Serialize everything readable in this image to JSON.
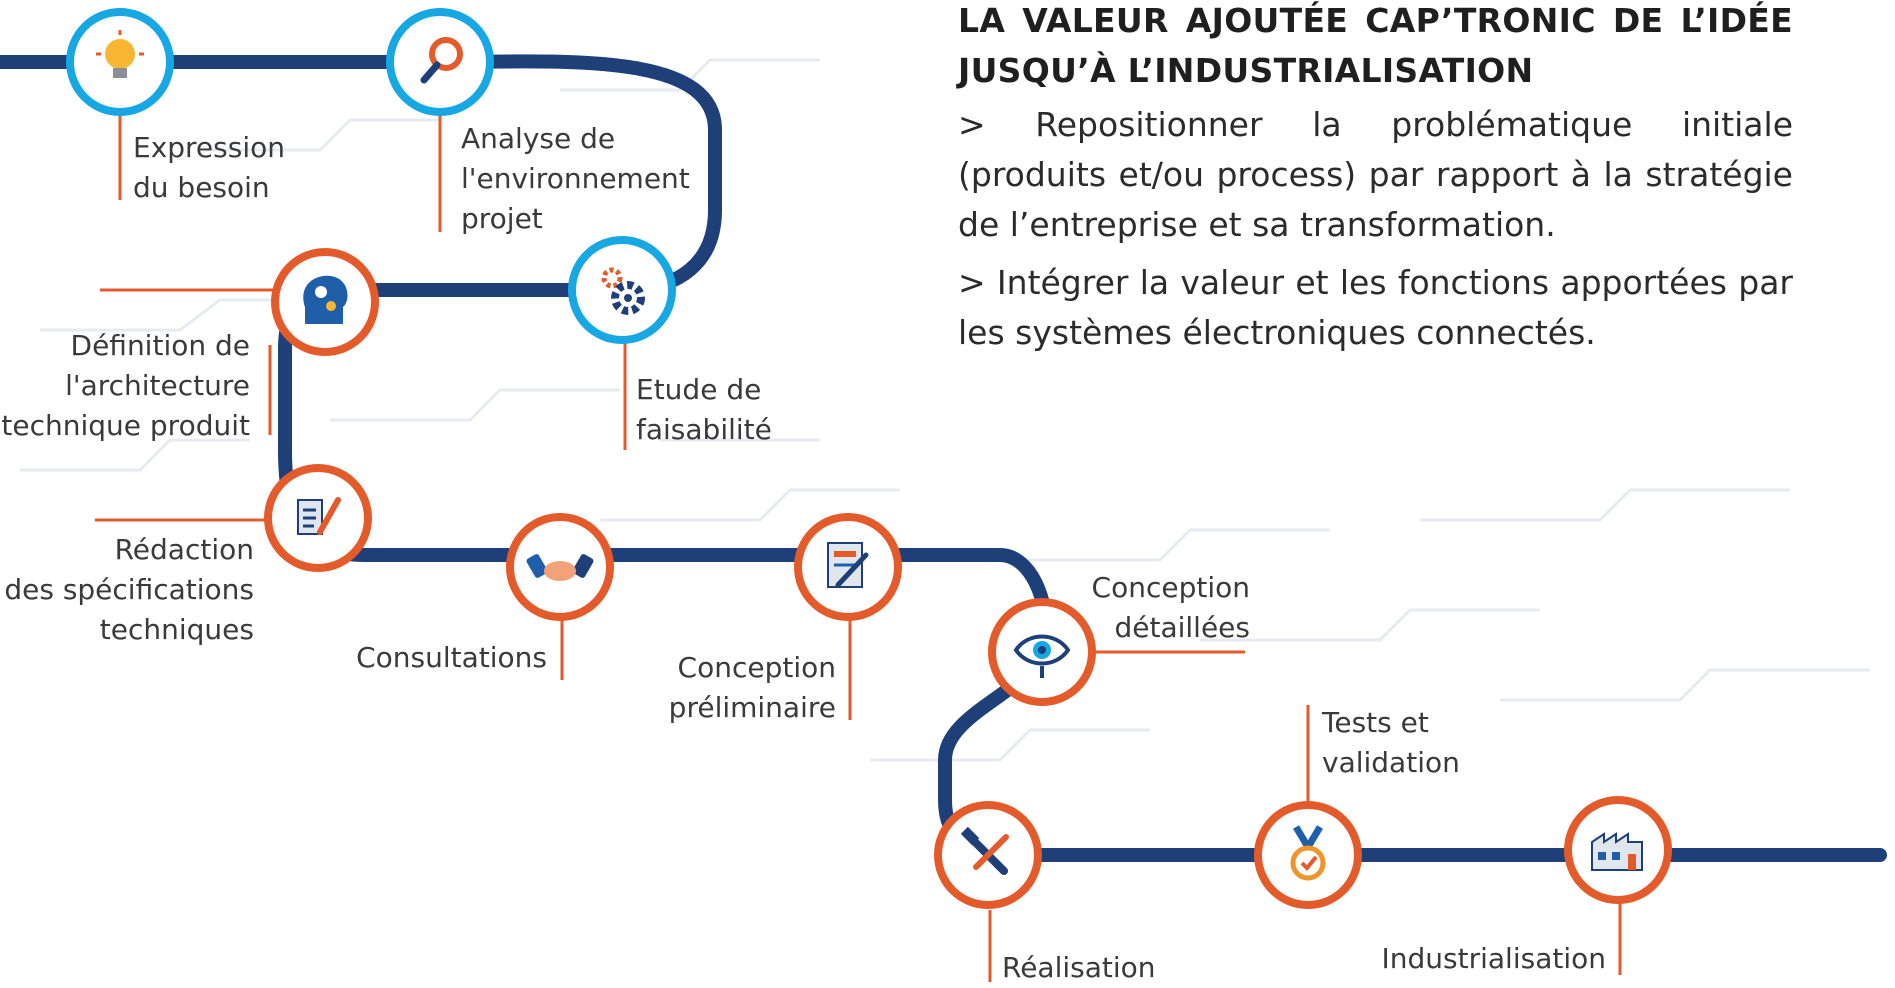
{
  "headline": "LA VALEUR AJOUTÉE CAP’TRONIC DE L’IDÉE JUSQU’À L’INDUSTRIALISATION",
  "paragraphs": [
    "> Repositionner la problématique initiale (produits et/ou process) par rapport à la stratégie de l’entreprise et sa transformation.",
    "> Intégrer la valeur et les fonctions apportées par les systèmes électroniques connectés."
  ],
  "colors": {
    "road": "#1f3f79",
    "ring": "#e35a2b",
    "icon_blue": "#1f5ea8",
    "leader": "#e35a2b",
    "accent": "#17a7e3"
  },
  "steps": [
    {
      "id": "expression",
      "label": "Expression\ndu besoin",
      "icon": "lightbulb-icon"
    },
    {
      "id": "analyse",
      "label": "Analyse de\nl'environnement\nprojet",
      "icon": "magnifier-icon"
    },
    {
      "id": "etude",
      "label": "Etude de\nfaisabilité",
      "icon": "gears-icon"
    },
    {
      "id": "definition",
      "label": "Définition de\nl'architecture\ntechnique produit",
      "icon": "head-gears-icon"
    },
    {
      "id": "redaction",
      "label": "Rédaction\ndes spécifications\ntechniques",
      "icon": "document-pen-icon"
    },
    {
      "id": "consultations",
      "label": "Consultations",
      "icon": "handshake-icon"
    },
    {
      "id": "preliminaire",
      "label": "Conception\npréliminaire",
      "icon": "drawing-document-icon"
    },
    {
      "id": "detaillees",
      "label": "Conception\ndétaillées",
      "icon": "eye-icon"
    },
    {
      "id": "tests",
      "label": "Tests et\nvalidation",
      "icon": "medal-icon"
    },
    {
      "id": "realisation",
      "label": "Réalisation",
      "icon": "tools-icon"
    },
    {
      "id": "industrialisation",
      "label": "Industrialisation",
      "icon": "factory-icon"
    }
  ]
}
